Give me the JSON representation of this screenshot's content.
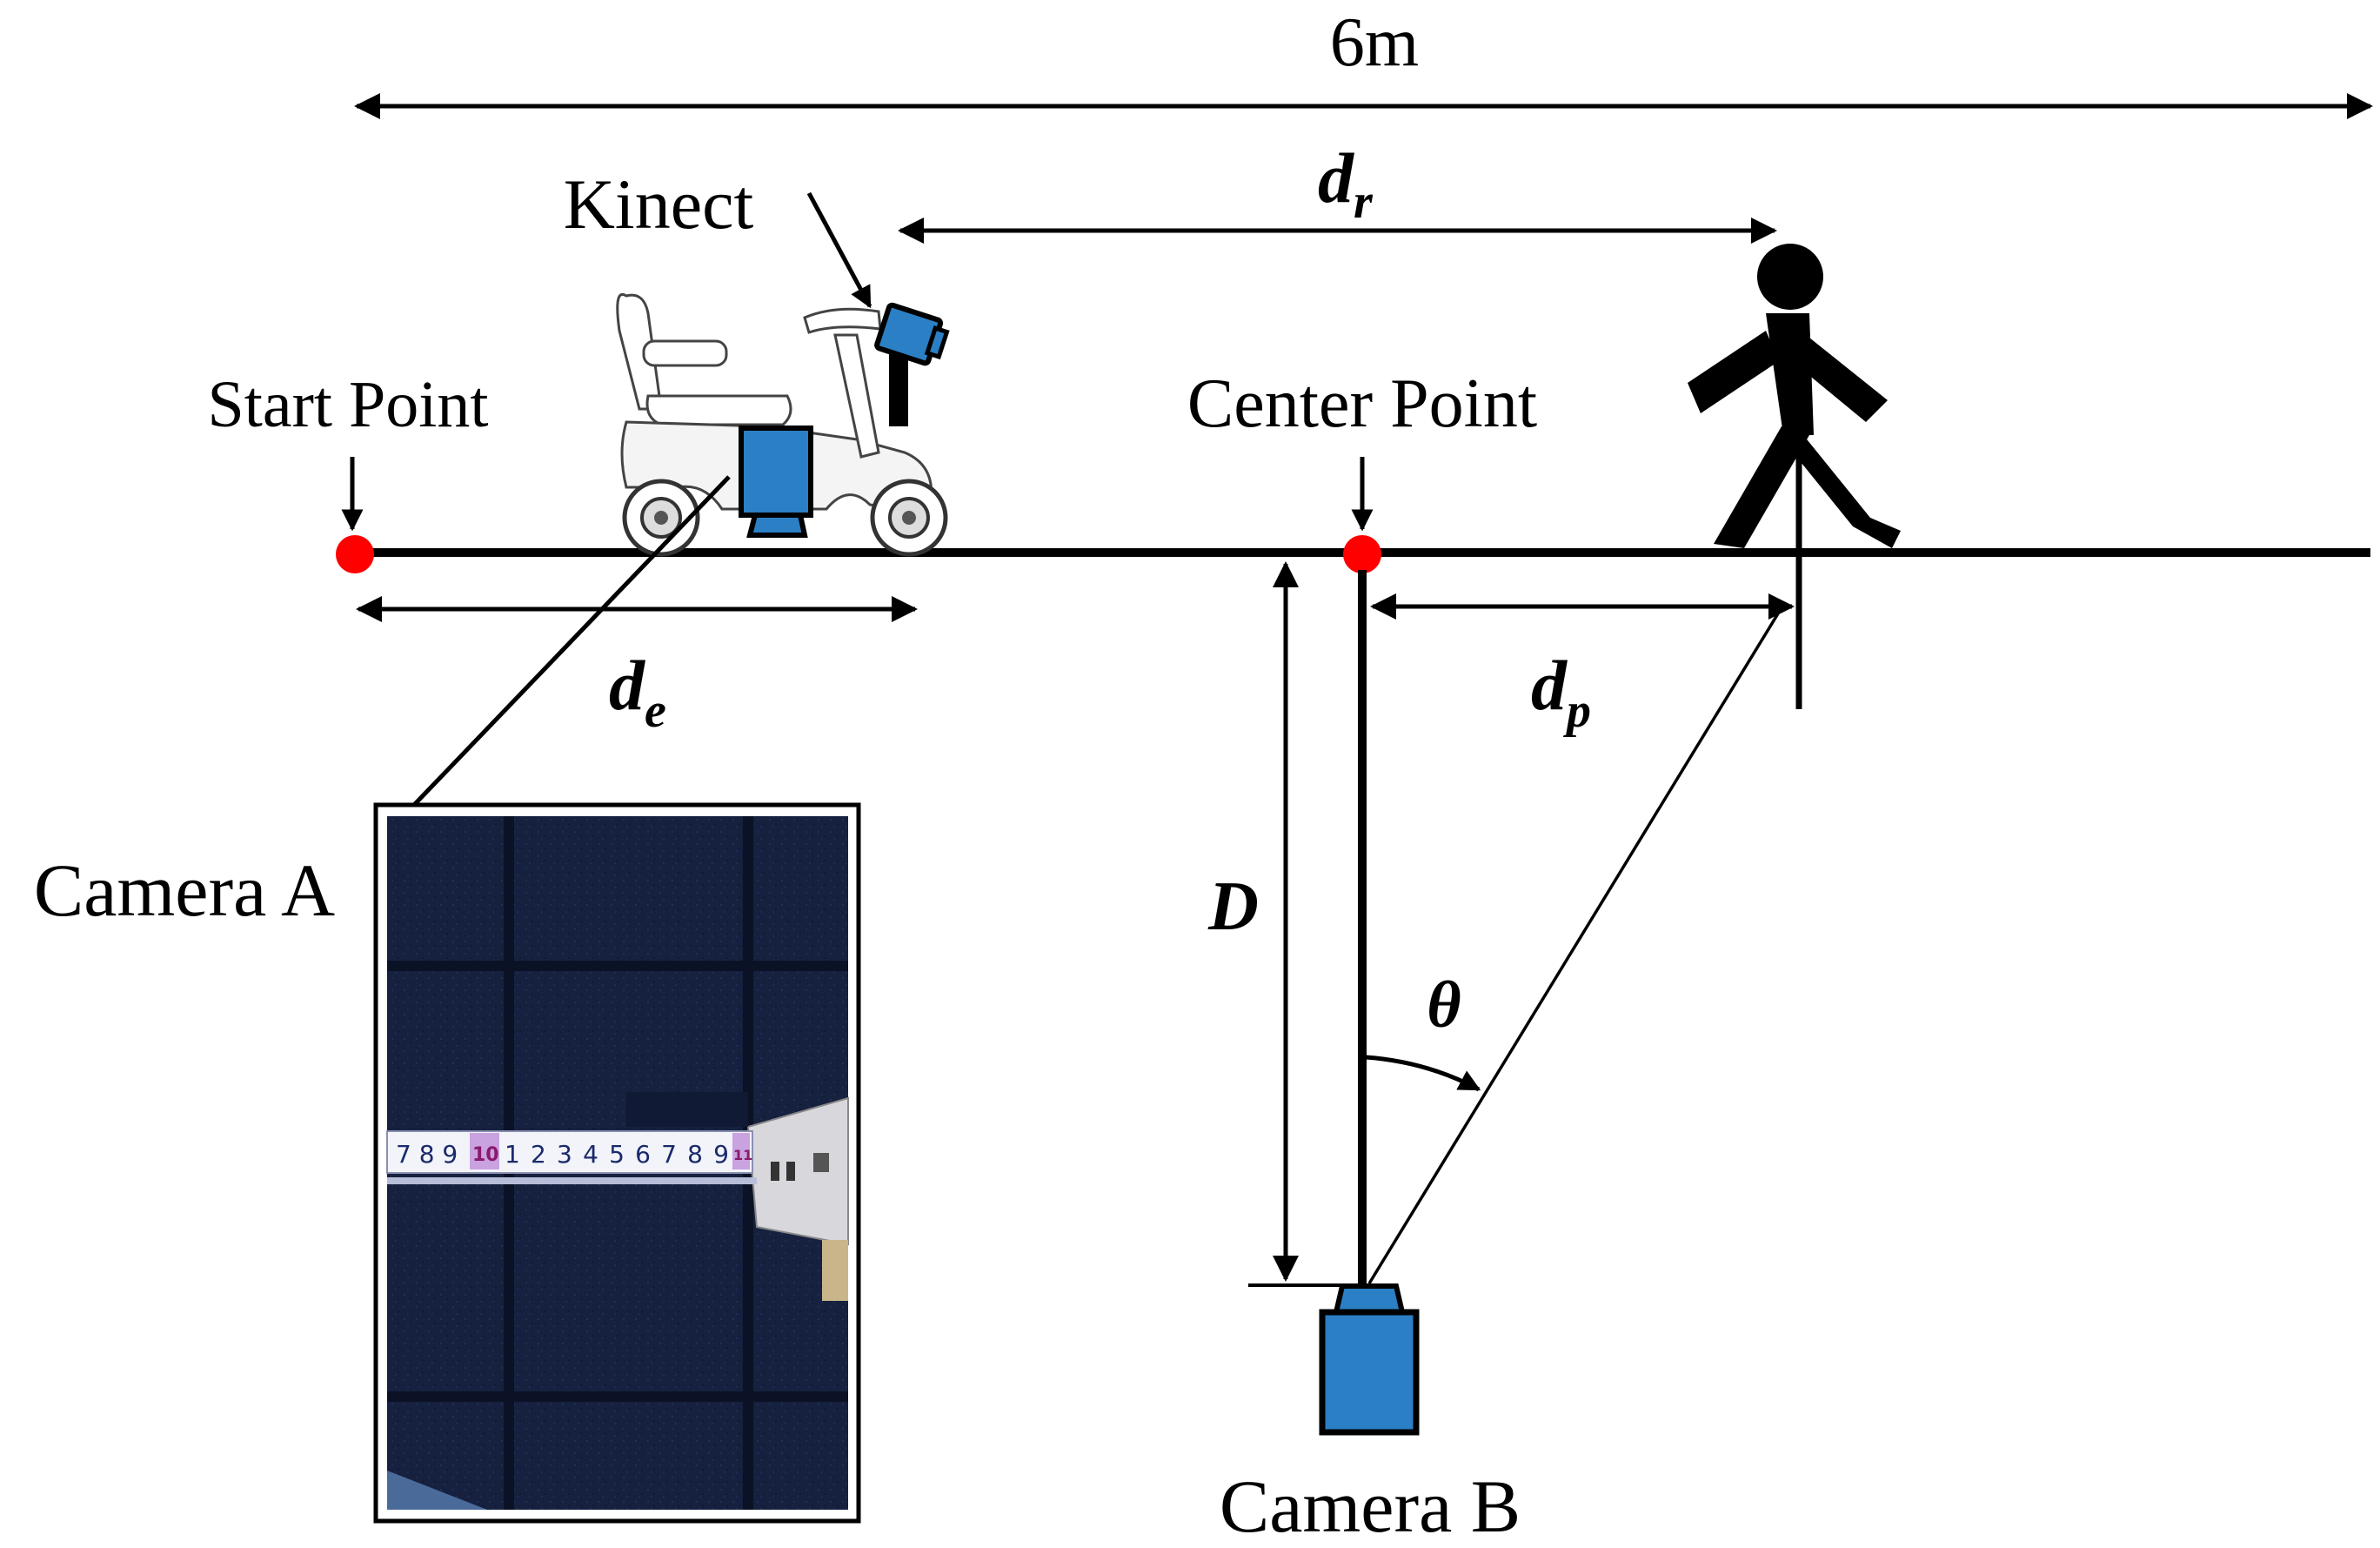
{
  "labels": {
    "total_distance": "6m",
    "kinect": "Kinect",
    "start_point": "Start Point",
    "center_point": "Center Point",
    "camera_a": "Camera A",
    "camera_b": "Camera B",
    "d_r_base": "d",
    "d_r_sub": "r",
    "d_e_base": "d",
    "d_e_sub": "e",
    "d_p_base": "d",
    "d_p_sub": "p",
    "D": "D",
    "theta": "θ"
  },
  "tape_measure": {
    "digits_left": "7 8 9",
    "mark_10": "10",
    "digits_right": "1 2 3 4 5 6 7 8 9",
    "mark_11": "11"
  },
  "colors": {
    "point_marker": "#ff0000",
    "camera_blue": "#2b7fc4",
    "photo_background": "#16213f",
    "line": "#000000"
  }
}
